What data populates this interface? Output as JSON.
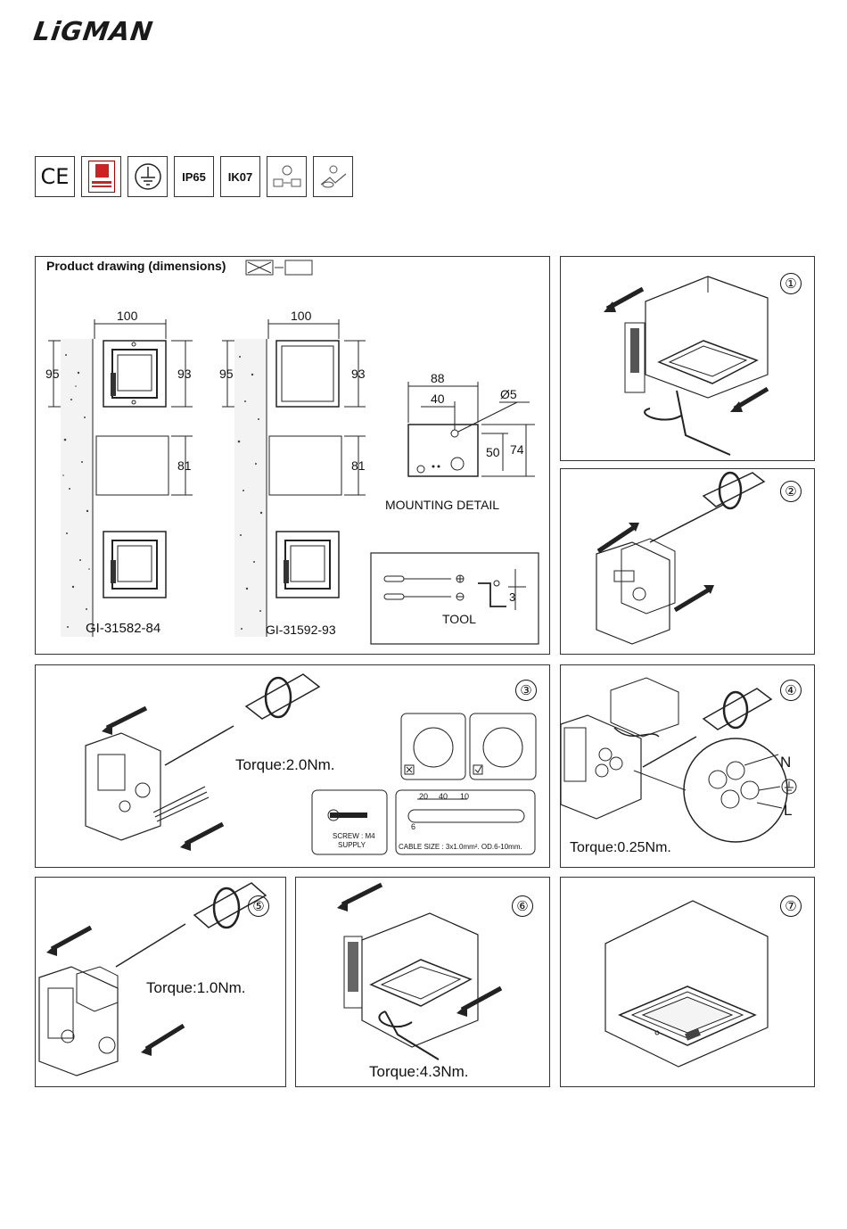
{
  "brand": "LiGMAN",
  "certifications": [
    "CE",
    "",
    "",
    "IP65",
    "IK07",
    "",
    ""
  ],
  "drawing": {
    "title": "Product drawing (dimensions)",
    "dims": {
      "width": "100",
      "height_top": "93",
      "wall_top": "95",
      "gap": "81",
      "mount_w": "88",
      "mount_half": "40",
      "hole": "Ø5",
      "mount_h": "74",
      "mount_h2": "50"
    },
    "mounting_label": "MOUNTING DETAIL",
    "tool_label": "TOOL",
    "tool_dim": "3",
    "model_a": "GI-31582-84",
    "model_b": "GI-31592-93"
  },
  "steps": [
    {
      "num": "①"
    },
    {
      "num": "②"
    },
    {
      "num": "③",
      "torque": "Torque:2.0Nm.",
      "screw_label": "SCREW : M4",
      "screw_sub": "SUPPLY",
      "strip": [
        "20",
        "40",
        "10",
        "6"
      ],
      "cable_label": "CABLE SIZE : 3x1.0mm². OD.6-10mm."
    },
    {
      "num": "④",
      "torque": "Torque:0.25Nm.",
      "wires": [
        "N",
        "L"
      ]
    },
    {
      "num": "⑤",
      "torque": "Torque:1.0Nm."
    },
    {
      "num": "⑥",
      "torque": "Torque:4.3Nm."
    },
    {
      "num": "⑦"
    }
  ]
}
